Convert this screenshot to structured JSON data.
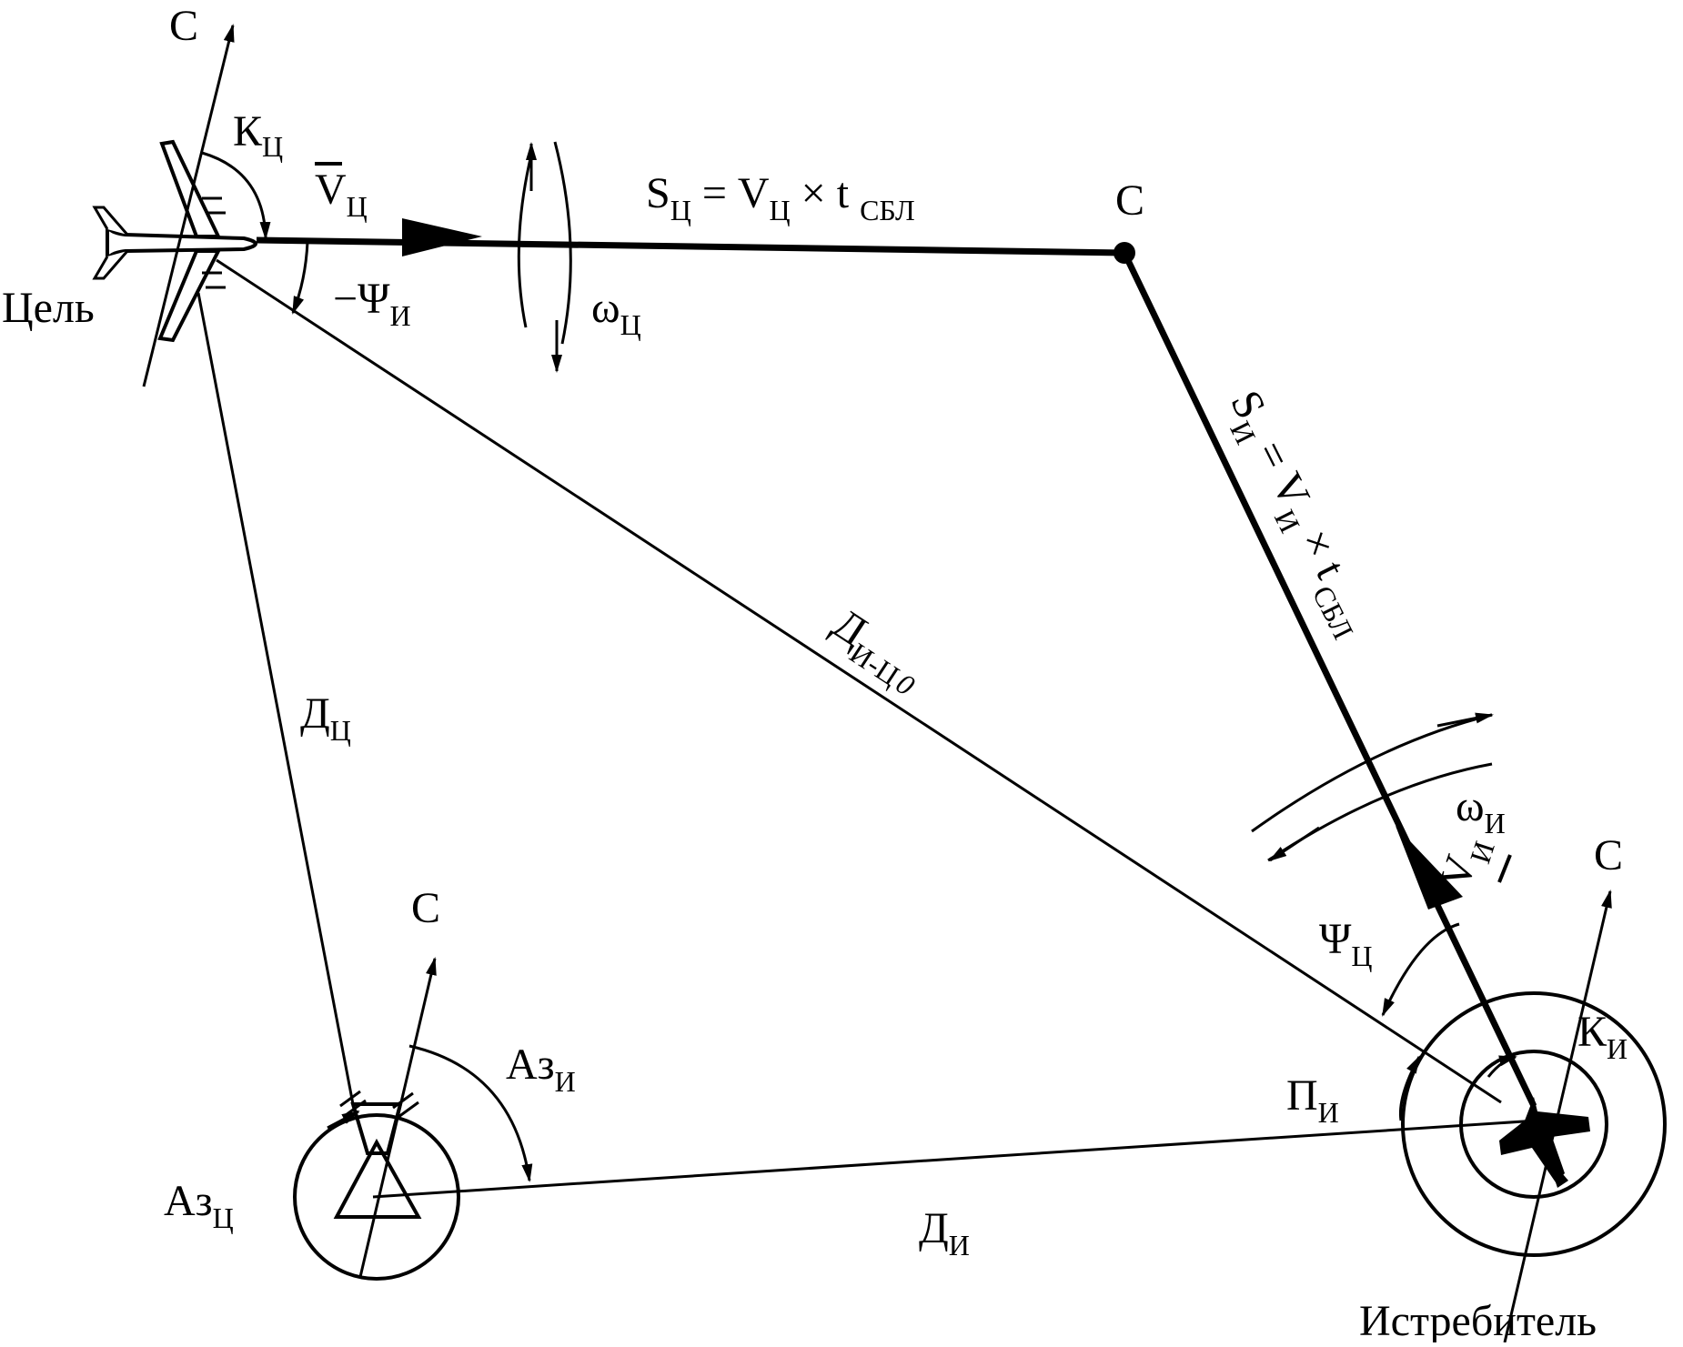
{
  "labels": {
    "north": "С",
    "target": "Цель",
    "interceptor": "Истребитель",
    "k_target": "К",
    "k_target_sub": "Ц",
    "v_target": "V",
    "v_target_sub": "Ц",
    "minus_psi": "−Ψ",
    "minus_psi_sub": "И",
    "omega_target": "ω",
    "omega_target_sub": "Ц",
    "s_target": "S",
    "s_target_sub": "Ц",
    "s_target_eq": "= V",
    "s_target_eq_sub": "Ц",
    "s_target_times": "× t",
    "s_target_t_sub": "СБЛ",
    "meet_point": "С",
    "s_int": "S",
    "s_int_sub": "И",
    "s_int_eq": "= V",
    "s_int_eq_sub": "И",
    "s_int_times": "× t",
    "s_int_t_sub": "СБЛ",
    "d_ic": "Д",
    "d_ic_sub": "И-Ц",
    "d_ic_sub2": "0",
    "d_target": "Д",
    "d_target_sub": "Ц",
    "omega_int": "ω",
    "omega_int_sub": "И",
    "psi_target": "Ψ",
    "psi_target_sub": "Ц",
    "v_int": "V",
    "v_int_sub": "И",
    "k_int": "К",
    "k_int_sub": "И",
    "az_int": "Аз",
    "az_int_sub": "И",
    "p_int": "П",
    "p_int_sub": "И",
    "az_target": "Аз",
    "az_target_sub": "Ц",
    "d_int": "Д",
    "d_int_sub": "И"
  }
}
